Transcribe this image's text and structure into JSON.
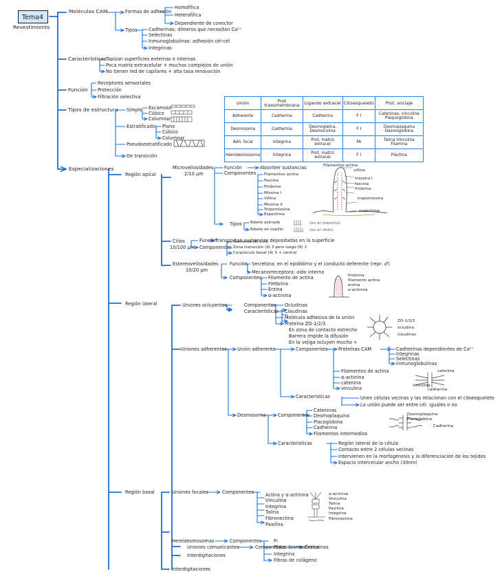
{
  "title": {
    "label": "Tema",
    "number": "4",
    "subtitle": "Revestimiento"
  },
  "moleculas": {
    "label": "Moléculas CAM",
    "formas": {
      "label": "Formas de adhesión",
      "items": [
        "Homofílica",
        "Heterofílica",
        "Dependiente de conector"
      ]
    },
    "tipos": {
      "label": "Tipos",
      "items": [
        "Cadherinas: dímeros que necesitan Ca²⁺",
        "Selectinas",
        "Inmunoglobulinas: adhesión cél-cél",
        "Integrinas"
      ]
    }
  },
  "caracteristicas": {
    "label": "Características",
    "items": [
      "Tapizan superficies externas e internas",
      "Poca matriz extracelular + muchos complejos de unión",
      "No tienen red de capilares + alta tasa renovación"
    ]
  },
  "funcion": {
    "label": "Función",
    "items": [
      "Receptores sensoriales",
      "Protección",
      "Filtración selectiva"
    ]
  },
  "tipos_estructura": {
    "label": "Tipos de estructura",
    "simple": {
      "label": "Simple",
      "items": [
        "Escamoso",
        "Cúbico",
        "Columnar"
      ]
    },
    "estratificado": {
      "label": "Estratificado",
      "items": [
        "Plano",
        "Cúbico",
        "Columnar"
      ]
    },
    "pseudo": "Pseudoestratificado",
    "transicion": "De transición"
  },
  "table": {
    "headers": [
      "Unión",
      "Prot transmembrana",
      "Ligando extracel",
      "Citoesqueleto",
      "Prot. anclaje"
    ],
    "rows": [
      [
        "Adherente",
        "Cadherina",
        "Cadherina",
        "F I",
        "Cateninas, vinculina Plaquoglobina"
      ],
      [
        "Desmosoma",
        "Cadherina",
        "Desmogleína, Desmocolina",
        "F I",
        "Desmoplaquina Desmoglobina"
      ],
      [
        "Adh. focal",
        "Integrina",
        "Prot. matriz extracel",
        "FA",
        "Talina Vinculina Filamina"
      ],
      [
        "Hemidesmosoma",
        "Integrina",
        "Prot. matriz extracel",
        "F I",
        "Plectina"
      ]
    ]
  },
  "especializaciones": {
    "label": "Especializaciones",
    "apical": {
      "label": "Región apical",
      "microvellosidades": {
        "label": "Microvellosidades",
        "size": "2/10 µm",
        "funcion_label": "Función",
        "funcion": "Absorber sustancias",
        "componentes_label": "Componentes",
        "componentes": [
          "Filamentos actina",
          "Fascina",
          "Fimbrina",
          "Miosina I",
          "Villina",
          "Miosina II",
          "Tropomiosina",
          "Espectrina"
        ],
        "tipos_label": "Tipos",
        "tipos": [
          "Ribete estriado",
          "Ribete en cepillo"
        ],
        "tipos_notes": [
          "(en el intestino)",
          "(en el riñón)"
        ]
      },
      "cilios": {
        "label": "Cilios",
        "size": "10/100 µm",
        "funcion_label": "Función",
        "funcion": "Transportan sustancias depositadas en la superficie",
        "componentes_label": "Componentes",
        "componentes": [
          "Axonema (9) 2+2",
          "Zona transición (9) 3 pero luego (9) 2",
          "Corpúsculo basal (9) 3 + central"
        ]
      },
      "estereocilios": {
        "label": "Estereovellosidades",
        "size": "10/20 µm",
        "funcion_label": "Función",
        "funcion": [
          "Secretora: en el epidídimo y el conducto deferente (repr. ♂)",
          "Mecanorreceptora: oído interno"
        ],
        "componentes_label": "Componentes",
        "componentes": [
          "Filamento de actina",
          "Fimbrina",
          "Erzina",
          "α-actinina"
        ]
      }
    },
    "lateral": {
      "label": "Región lateral",
      "ocluyentes": {
        "label": "Uniones ocluyentes",
        "componentes_label": "Componentes",
        "componentes": [
          "Ocludinas",
          "Claudinas",
          "Molécula adhesiva de la unión",
          "Proteína ZO-1/2/3"
        ],
        "caract_label": "Características",
        "caract": [
          "En zona de contacto estrecho",
          "Barrera impide la difusión",
          "En la vejiga ocluyen mucho +"
        ]
      },
      "adherentes": {
        "label": "Uniones adherentes",
        "union_adherente": {
          "label": "Unión adherente",
          "componentes_label": "Componentes",
          "proteinas_cam": "Proteínas CAM",
          "cam_items": [
            "Cadherinas dependientes de Ca²⁺",
            "Integrinas",
            "Selectinas",
            "Inmunoglobulinas"
          ],
          "componentes": [
            "Filamentos de actina",
            "α-actinina",
            "catenina",
            "vinculina"
          ],
          "caract_label": "Características",
          "caract": [
            "Unen células vecinas y las relacionan con el citoesqueleto",
            "La unión puede ser entre cél. iguales o no"
          ]
        },
        "desmosoma": {
          "label": "Desmosoma",
          "componentes_label": "Componentes",
          "componentes": [
            "Cateninas",
            "Desmoplaquina",
            "Placoglobina",
            "Cadherina",
            "Filamentos intermedios"
          ],
          "caract_label": "Características",
          "caract": [
            "Región lateral de la célula",
            "Contacto entre 2 células vecinas",
            "Intervienen en la morfogénesis y la diferenciación de los tejidos",
            "Espacio intercelular ancho (30nm)"
          ]
        }
      },
      "comunicantes": {
        "label": "Uniones comunicantes",
        "componentes_label": "Componentes",
        "componentes": "Conexinas"
      },
      "interdigitaciones": "Interdigitaciones"
    },
    "basal": {
      "label": "Región basal",
      "focales": {
        "label": "Uniones focales",
        "componentes_label": "Componentes",
        "componentes": [
          "Actina y α-actinina",
          "Vinculina",
          "Integrina",
          "Talina",
          "Fibronectina",
          "Paxilina"
        ]
      },
      "hemidesmosomas": {
        "label": "Hemidesmosomas",
        "componentes_label": "Componentes",
        "componentes": [
          "FI",
          "Placa desmosómica",
          "Integrina",
          "Fibras de colágeno"
        ]
      },
      "interdigitaciones": "Interdigitaciones"
    }
  },
  "sketch_labels": {
    "microvilli": [
      "Filamentos actina",
      "villina",
      "miosina I",
      "fascina",
      "fimbrina",
      "tropomiosina",
      "espectrina"
    ],
    "stereocilia": [
      "fimbrina",
      "filamento actina",
      "erzina",
      "α-actinina"
    ],
    "tight": [
      "ZO-1/2/3",
      "ocludina",
      "claudinas"
    ],
    "adherens": [
      "catenina",
      "vinculina",
      "cadherina"
    ],
    "desmosome": [
      "Desmoplaquina",
      "Placoglobina",
      "Cadherina"
    ],
    "focal": [
      "α-actinina",
      "Vinculina",
      "Talina",
      "Paxilina",
      "Integrina",
      "Fibronectina"
    ]
  },
  "colors": {
    "accent": "#1a6fd8",
    "title_fill": "#d3eafe",
    "ink": "#1a1a1a"
  }
}
